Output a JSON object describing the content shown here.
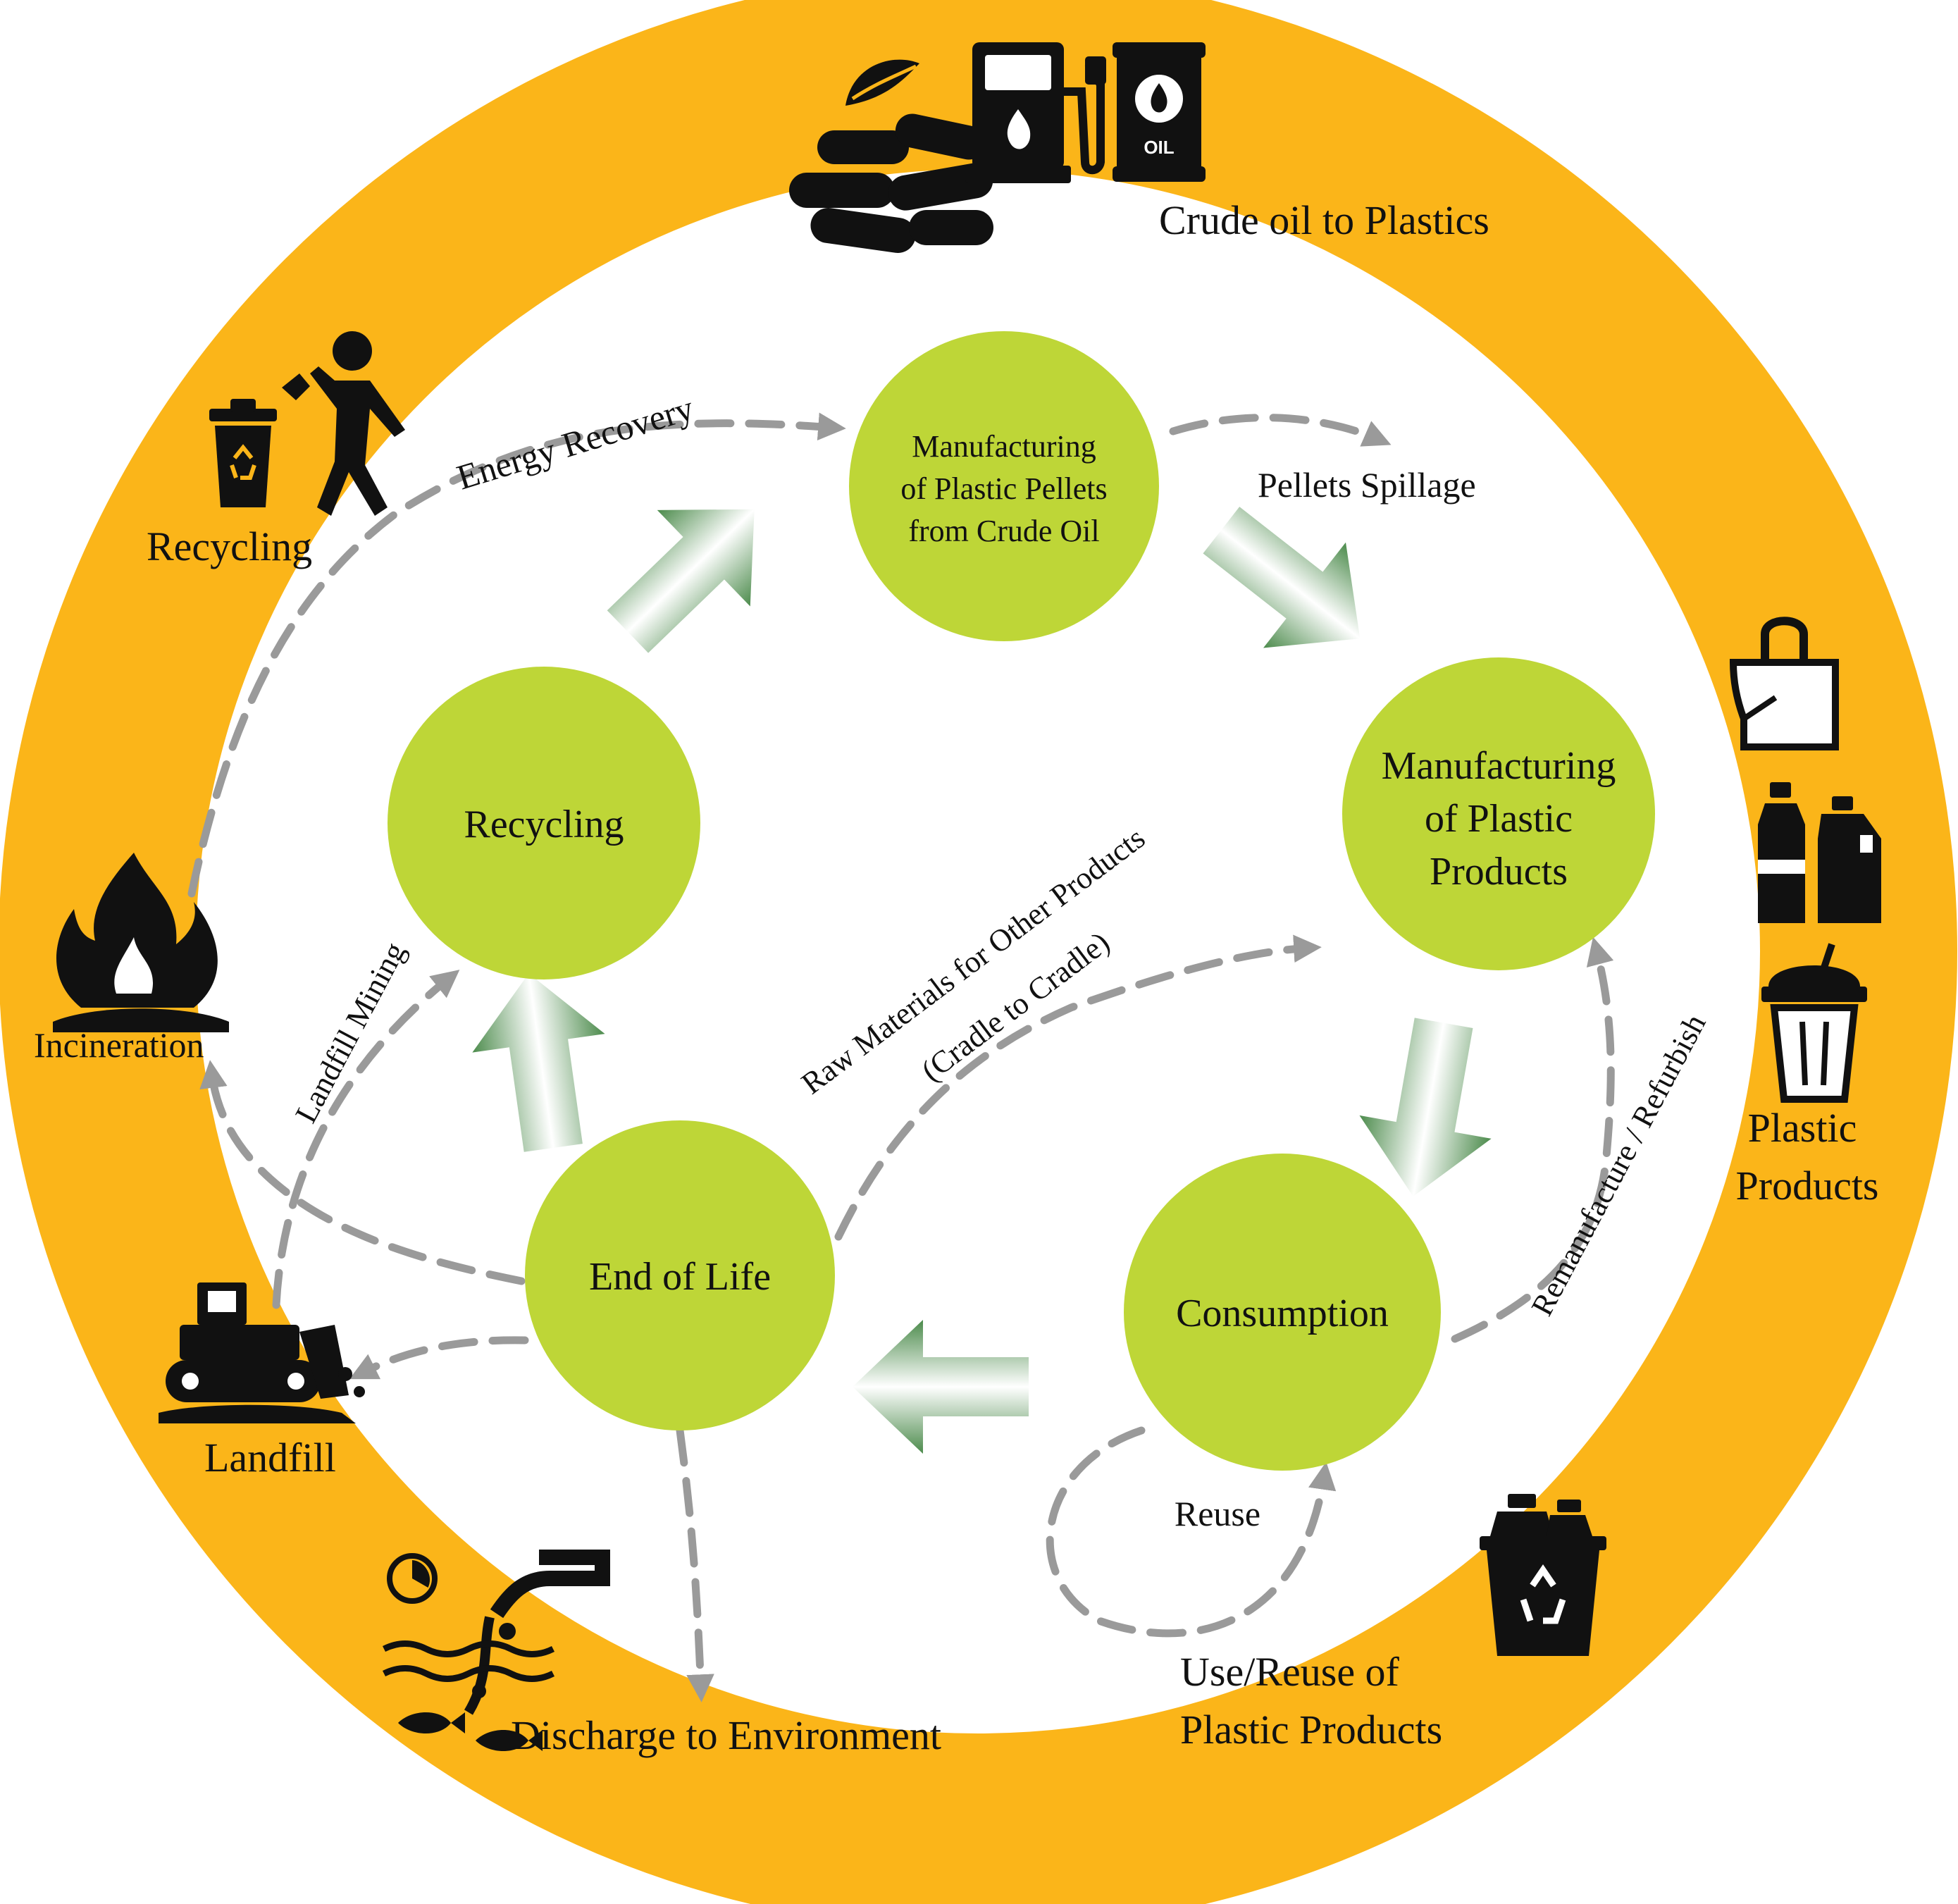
{
  "colors": {
    "ring": "#fbb519",
    "node": "#bed637",
    "main_arrow": "#4c8b4c",
    "flow_arrow": "#9a9a9a",
    "icon": "#111111"
  },
  "nodes": {
    "pellets": [
      "Manufacturing",
      "of Plastic Pellets",
      "from Crude Oil"
    ],
    "products": [
      "Manufacturing",
      "of Plastic",
      "Products"
    ],
    "consumption": "Consumption",
    "end_of_life": "End of Life",
    "recycling": "Recycling"
  },
  "ring_labels": {
    "crude_oil": "Crude oil to Plastics",
    "plastic_products": [
      "Plastic",
      "Products"
    ],
    "use_reuse": [
      "Use/Reuse of",
      "Plastic Products"
    ],
    "discharge": "Discharge to Environment",
    "landfill": "Landfill",
    "incineration": "Incineration",
    "recycling": "Recycling"
  },
  "flow_labels": {
    "energy_recovery": "Energy Recovery",
    "pellets_spillage": "Pellets Spillage",
    "raw_materials": [
      "Raw Materials for Other Products",
      "(Cradle to Cradle)"
    ],
    "remanufacture": "Remanufacture / Refurbish",
    "reuse": "Reuse",
    "landfill_mining": "Landfill Mining"
  },
  "icons": [
    "biomass-pellets-icon",
    "fuel-pump-icon",
    "oil-barrel-icon",
    "recycle-bin-icon",
    "person-throwing-trash-icon",
    "plastic-bag-icon",
    "plastic-bottles-icon",
    "plastic-cup-icon",
    "recycling-bin-bottles-icon",
    "water-pollution-icon",
    "bulldozer-icon",
    "fire-icon"
  ]
}
